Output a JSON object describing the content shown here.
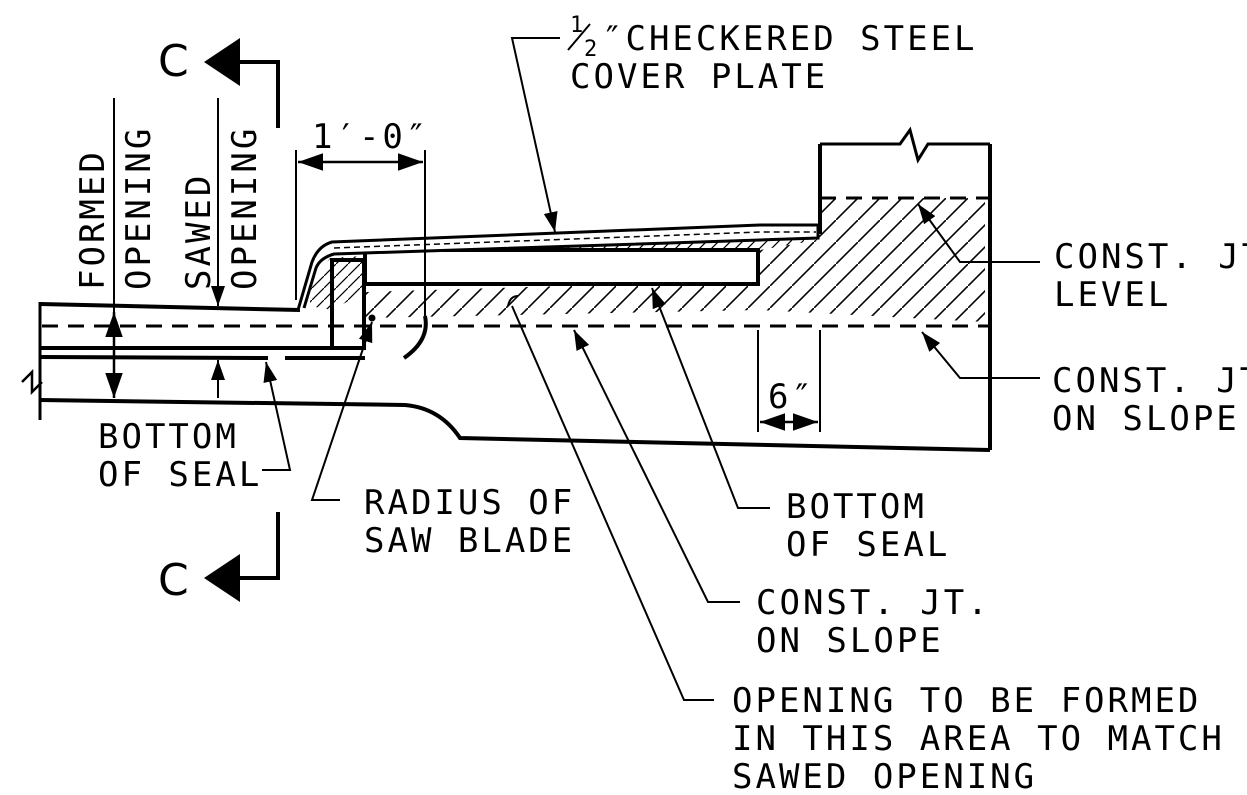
{
  "section_marks": {
    "top_letter": "C",
    "bottom_letter": "C"
  },
  "labels": {
    "cover_plate_fraction_num": "1",
    "cover_plate_fraction_den": "2",
    "cover_plate_line1_rest": "″CHECKERED STEEL",
    "cover_plate_line2": "COVER PLATE",
    "formed_line1": "FORMED",
    "formed_line2": "OPENING",
    "sawed_line1": "SAWED",
    "sawed_line2": "OPENING",
    "dim_one_foot": "1′-0″",
    "dim_six_inch": "6″",
    "const_jt_level_line1": "CONST. JT.",
    "const_jt_level_line2": "LEVEL",
    "const_jt_slope_right_line1": "CONST. JT.",
    "const_jt_slope_right_line2": "ON SLOPE",
    "bottom_seal_left_line1": "BOTTOM",
    "bottom_seal_left_line2": "OF SEAL",
    "radius_line1": "RADIUS OF",
    "radius_line2": "SAW BLADE",
    "bottom_seal_mid_line1": "BOTTOM",
    "bottom_seal_mid_line2": "OF SEAL",
    "const_jt_slope_mid_line1": "CONST. JT.",
    "const_jt_slope_mid_line2": "ON SLOPE",
    "opening_note_line1": "OPENING TO BE FORMED",
    "opening_note_line2": "IN THIS AREA TO MATCH",
    "opening_note_line3": "SAWED OPENING"
  }
}
